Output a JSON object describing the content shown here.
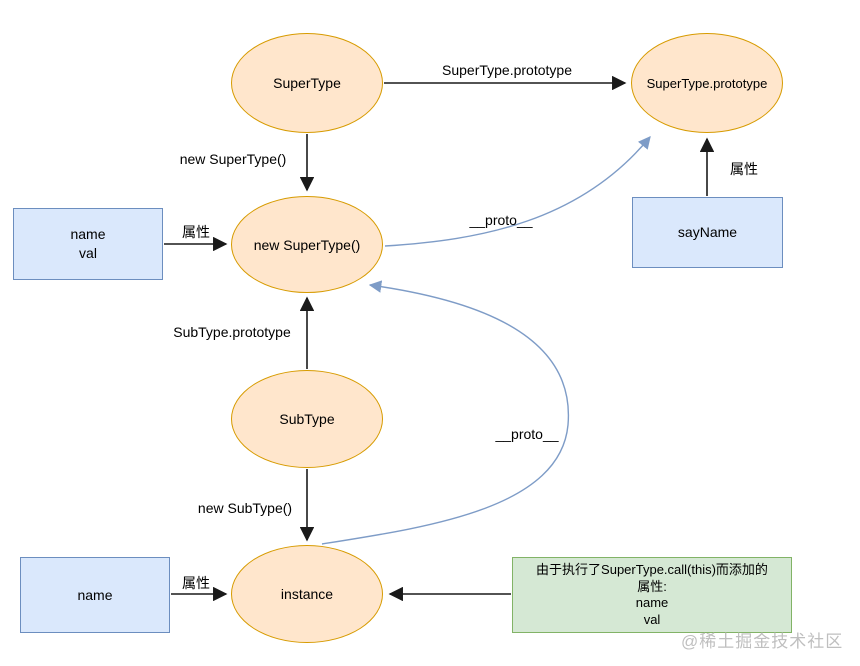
{
  "diagram": {
    "nodes": {
      "supertype": {
        "label": "SuperType"
      },
      "supertype_prototype": {
        "label": "SuperType.prototype"
      },
      "new_supertype": {
        "label": "new SuperType()"
      },
      "subtype": {
        "label": "SubType"
      },
      "instance": {
        "label": "instance"
      }
    },
    "boxes": {
      "name_val": {
        "line1": "name",
        "line2": "val"
      },
      "sayname": {
        "label": "sayName"
      },
      "name_bottom": {
        "label": "name"
      },
      "note": {
        "line1": "由于执行了SuperType.call(this)而添加的",
        "line2": "属性:",
        "line3": "name",
        "line4": "val"
      }
    },
    "edge_labels": {
      "supertype_prototype_edge": "SuperType.prototype",
      "new_supertype_edge": "new SuperType()",
      "attr_left": "属性",
      "attr_right": "属性",
      "attr_bottom": "属性",
      "proto_upper": "__proto__",
      "proto_lower": "__proto__",
      "subtype_prototype_edge": "SubType.prototype",
      "new_subtype_edge": "new SubType()"
    },
    "watermark": "@稀土掘金技术社区",
    "colors": {
      "ellipse_fill": "#ffe6cc",
      "ellipse_stroke": "#d79b00",
      "rect_fill": "#dae8fc",
      "rect_stroke": "#6c8ebf",
      "note_fill": "#d5e8d4",
      "note_stroke": "#82b366",
      "arrow_black": "#1a1a1a",
      "arrow_blue": "#7e9cc7",
      "watermark_gray": "#bcbcbc"
    }
  }
}
